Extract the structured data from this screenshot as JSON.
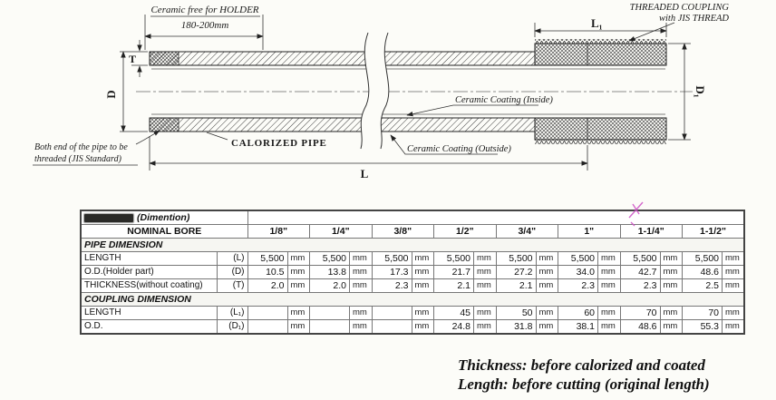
{
  "colors": {
    "ink": "#1a1a1a",
    "table_line": "#777777",
    "pink_mark": "#cc4fc4"
  },
  "diagram": {
    "ceramic_free_line1": "Ceramic free for HOLDER",
    "ceramic_free_line2": "180-200mm",
    "threaded_coupling_line1": "THREADED COUPLING",
    "threaded_coupling_line2": "with JIS THREAD",
    "dim_T": "T",
    "dim_D": "D",
    "dim_L": "L",
    "dim_L1": "L₁",
    "dim_D1": "D₁",
    "calorized_pipe": "CALORIZED PIPE",
    "ceramic_inside": "Ceramic Coating (Inside)",
    "ceramic_outside": "Ceramic Coating (Outside)",
    "both_end_line1": "Both end of the pipe to be",
    "both_end_line2": "threaded (JIS Standard)"
  },
  "table": {
    "title": "(Dimention)",
    "nominal_bore_label": "NOMINAL BORE",
    "unit": "mm",
    "sizes": [
      "1/8\"",
      "1/4\"",
      "3/8\"",
      "1/2\"",
      "3/4\"",
      "1\"",
      "1-1/4\"",
      "1-1/2\""
    ],
    "sections": [
      {
        "label": "PIPE DIMENSION",
        "rows": [
          {
            "label": "LENGTH",
            "symbol": "(L)",
            "values": [
              "5,500",
              "5,500",
              "5,500",
              "5,500",
              "5,500",
              "5,500",
              "5,500",
              "5,500"
            ]
          },
          {
            "label": "O.D.(Holder part)",
            "symbol": "(D)",
            "values": [
              "10.5",
              "13.8",
              "17.3",
              "21.7",
              "27.2",
              "34.0",
              "42.7",
              "48.6"
            ]
          },
          {
            "label": "THICKNESS(without coating)",
            "symbol": "(T)",
            "values": [
              "2.0",
              "2.0",
              "2.3",
              "2.1",
              "2.1",
              "2.3",
              "2.3",
              "2.5"
            ]
          }
        ]
      },
      {
        "label": "COUPLING DIMENSION",
        "rows": [
          {
            "label": "LENGTH",
            "symbol": "(L₁)",
            "values": [
              "",
              "",
              "",
              "45",
              "50",
              "60",
              "70",
              "70"
            ]
          },
          {
            "label": "O.D.",
            "symbol": "(D₁)",
            "values": [
              "",
              "",
              "",
              "24.8",
              "31.8",
              "38.1",
              "48.6",
              "55.3"
            ]
          }
        ]
      }
    ]
  },
  "notes": {
    "thickness": "Thickness: before calorized and coated",
    "length": "Length: before cutting (original length)"
  }
}
